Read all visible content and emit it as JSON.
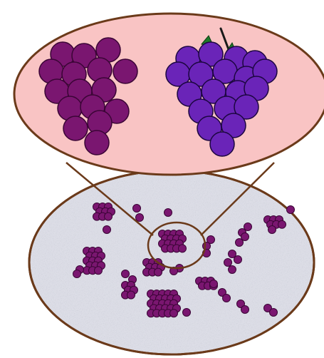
{
  "colors": {
    "background": "#ffffff",
    "magnified_fill": "#f9c4c4",
    "plate_fill": "#dcdde6",
    "outline": "#6b3a1a",
    "cocci_fill": "#7a1670",
    "cocci_stroke": "#3a0535",
    "grape_fill": "#6a24b8",
    "grape_stroke": "#1c0640",
    "leaf": "#1f7a2a",
    "stem": "#1a1a1a"
  },
  "icons": {
    "left_cluster": "staphylococcus-cluster",
    "right_cluster": "grape-bunch",
    "plate": "petri-dish-colonies"
  }
}
